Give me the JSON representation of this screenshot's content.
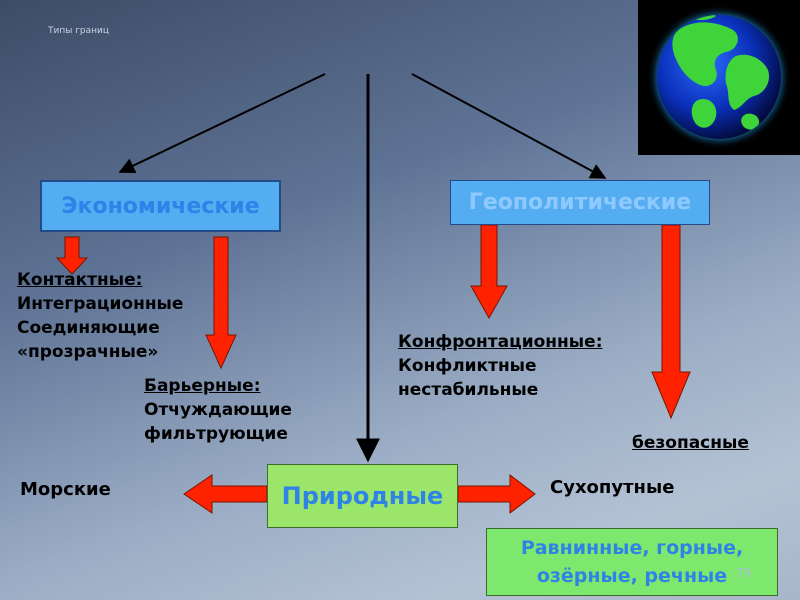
{
  "page_title": "Типы границ",
  "slide_number": "79",
  "colors": {
    "box_blue": "#55adf1",
    "box_green": "#9be66a",
    "arrow_red": "#ff2200",
    "text_blue": "#2f83e8"
  },
  "globe": {
    "icon": "earth-globe-icon"
  },
  "nodes": {
    "economic": "Экономические",
    "geopolitical": "Геополитические",
    "natural": "Природные",
    "natural_types": [
      "Равнинные, горные,",
      "озёрные, речные"
    ]
  },
  "economic_branches": {
    "contact": {
      "heading": "Контактные:",
      "items": [
        "Интеграционные",
        "Соединяющие",
        "«прозрачные»"
      ]
    },
    "barrier": {
      "heading": "Барьерные:",
      "items": [
        "Отчуждающие",
        "фильтрующие"
      ]
    }
  },
  "geopolitical_branches": {
    "confrontational": {
      "heading": "Конфронтационные:",
      "items": [
        "Конфликтные",
        "нестабильные"
      ]
    },
    "safe": "безопасные"
  },
  "natural_branches": {
    "left": "Морские",
    "right": "Сухопутные"
  }
}
